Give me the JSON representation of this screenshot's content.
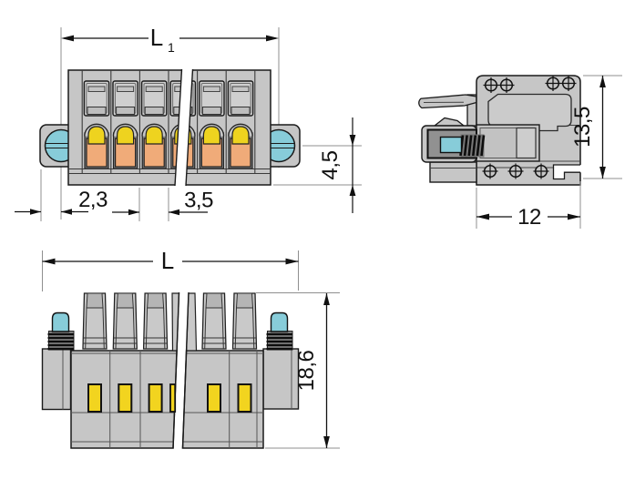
{
  "drawing": {
    "type": "connector-technical-drawing",
    "front_view": {
      "length_dim_label": "L",
      "length_dim_subscript": "1",
      "flange_to_axis_dim": "2,3",
      "pole_pitch_dim": "3,5",
      "axis_to_bottom_dim": "4,5"
    },
    "side_view": {
      "height_dim": "13,5",
      "depth_dim": "12"
    },
    "bottom_view": {
      "length_dim_label": "L",
      "overall_height_dim": "18,6"
    },
    "colors": {
      "body_grey": "#c6c6c6",
      "recess_grey": "#cfcfcf",
      "dark_cavity_grey": "#8a8a8a",
      "screw_cyan": "#87ccd9",
      "actuator_yellow": "#eed31f",
      "slot_yellow": "#f2d41f",
      "conductor_orange": "#f0ab79",
      "outline_black": "#1a1a1a",
      "extension_line_grey": "#8f8f8f"
    }
  }
}
